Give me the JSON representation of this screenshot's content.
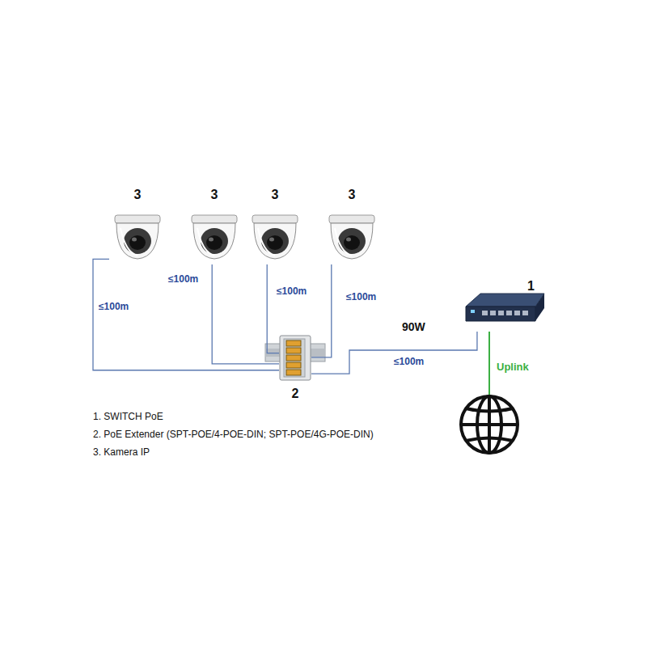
{
  "diagram": {
    "nodes": [
      {
        "text": [
          "3"
        ]
      },
      {
        "text": [
          "3"
        ]
      },
      {
        "text": [
          "3"
        ]
      },
      {
        "text": [
          "3"
        ]
      },
      {
        "text": [
          "2"
        ]
      },
      {
        "text": [
          "1"
        ]
      }
    ],
    "edges": [
      {
        "from": 0,
        "to": 4,
        "arrow": "none",
        "label": "≤100m"
      },
      {
        "from": 1,
        "to": 4,
        "arrow": "none",
        "label": "≤100m"
      },
      {
        "from": 2,
        "to": 4,
        "arrow": "none",
        "label": "≤100m"
      },
      {
        "from": 3,
        "to": 4,
        "arrow": "none",
        "label": "≤100m"
      },
      {
        "from": 5,
        "to": 4,
        "arrow": "none",
        "label": "≤100m"
      }
    ],
    "labels": [
      "90W",
      "Uplink",
      "1. SWITCH PoE",
      "2. PoE Extender (SPT-POE/4-POE-DIN; SPT-POE/4G-POE-DIN)",
      "3. Kamera IP"
    ]
  }
}
